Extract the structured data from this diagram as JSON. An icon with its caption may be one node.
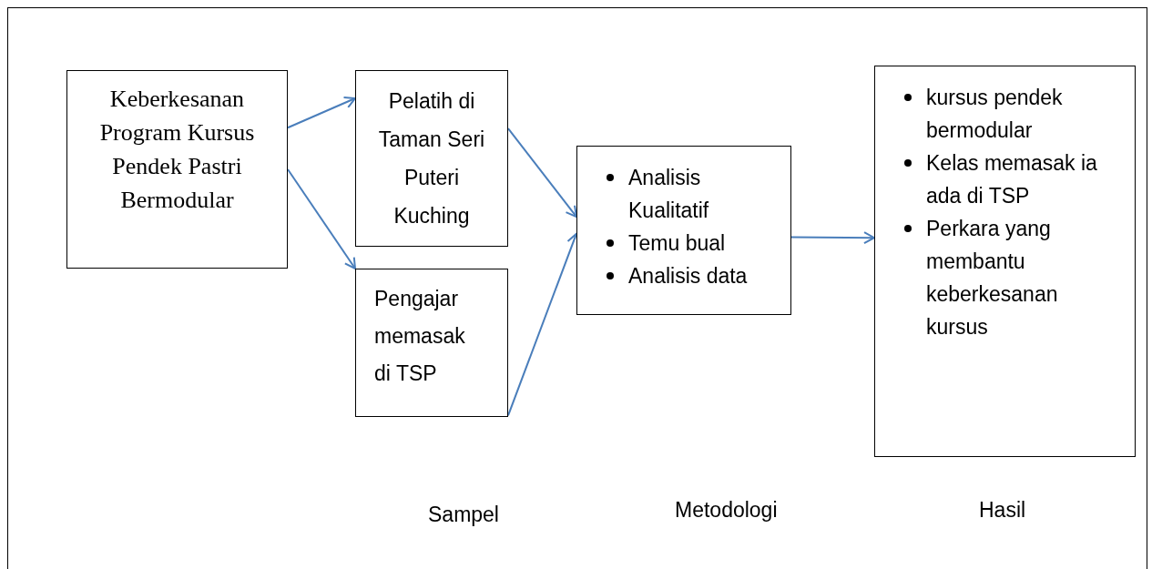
{
  "diagram": {
    "nodes": [
      {
        "text": [
          "Keberkesanan Program Kursus Pendek Pastri Bermodular"
        ]
      },
      {
        "text": [
          "Pelatih di Taman Seri Puteri Kuching"
        ]
      },
      {
        "text": [
          "Pengajar memasak di TSP"
        ]
      },
      {
        "text": [
          "Analisis Kualitatif",
          "Temu bual",
          "Analisis data"
        ]
      },
      {
        "text": [
          "kursus pendek bermodular",
          "Kelas memasak ia ada di TSP",
          "Perkara yang membantu keberkesanan kursus"
        ]
      }
    ],
    "edges": [
      {
        "from": 0,
        "to": 1,
        "arrow": "to"
      },
      {
        "from": 0,
        "to": 2,
        "arrow": "to"
      },
      {
        "from": 1,
        "to": 3,
        "arrow": "to"
      },
      {
        "from": 2,
        "to": 3,
        "arrow": "to"
      },
      {
        "from": 3,
        "to": 4,
        "arrow": "to"
      }
    ],
    "labels": [
      "Sampel",
      "Metodologi",
      "Hasil"
    ]
  }
}
